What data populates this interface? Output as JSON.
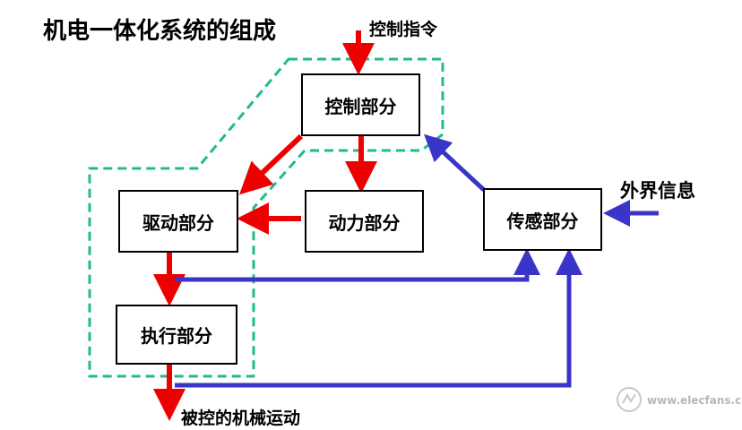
{
  "title": "机电一体化系统的组成",
  "input_control": "控制指令",
  "input_external": "外界信息",
  "output_motion": "被控的机械运动",
  "nodes": {
    "control": "控制部分",
    "drive": "驱动部分",
    "power": "动力部分",
    "sensor": "传感部分",
    "actuator": "执行部分"
  },
  "colors": {
    "control_flow": "#ee0000",
    "feedback_flow": "#3a35c8",
    "boundary": "#22bb88"
  },
  "watermark": "www.elecfans.com"
}
